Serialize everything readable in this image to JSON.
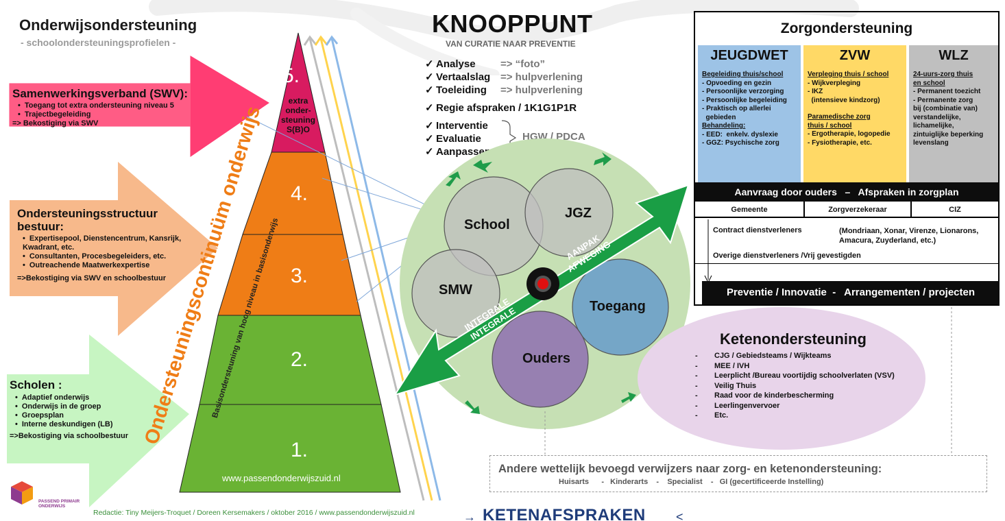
{
  "left": {
    "title": "Onderwijsondersteuning",
    "subtitle": "- schoolondersteuningsprofielen -",
    "swv": {
      "title": "Samenwerkingsverband (SWV):",
      "items": [
        "Toegang tot extra ondersteuning niveau 5",
        "Trajectbegeleiding"
      ],
      "funding": "=> Bekostiging via SWV"
    },
    "bestuur": {
      "title": "Ondersteuningsstructuur bestuur:",
      "items": [
        "Expertisepool, Dienstencentrum,  Kansrijk, Kwadrant, etc.",
        "Consultanten, Procesbegeleiders, etc.",
        "Outreachende Maatwerkexpertise"
      ],
      "funding": "=>Bekostiging via SWV en schoolbestuur"
    },
    "scholen": {
      "title": "Scholen :",
      "items": [
        "Adaptief onderwijs",
        "Onderwijs in de groep",
        "Groepsplan",
        "Interne deskundigen (LB)"
      ],
      "funding": "=>Bekostiging via schoolbestuur"
    },
    "logo_text": "PASSEND PRIMAIR ONDERWIJS",
    "credit": "Redactie: Tiny Meijers-Troquet / Doreen Kersemakers / oktober 2016 / www.passendonderwijszuid.nl"
  },
  "pyramid": {
    "levels": [
      {
        "num": "5.",
        "text": "extra onder- steuning S(B)O"
      },
      {
        "num": "4."
      },
      {
        "num": "3."
      },
      {
        "num": "2."
      },
      {
        "num": "1."
      }
    ],
    "continuum_label": "Ondersteuningscontinuüm onderwijs",
    "basis_label": "Basisondersteuning van hoog niveau in basisonderwijs",
    "url": "www.passendonderwijszuid.nl",
    "colors": {
      "level5": "#d81b60",
      "orange": "#ef7d16",
      "green": "#6ab334"
    }
  },
  "knooppunt": {
    "title": "KNOOPPUNT",
    "subtitle": "VAN CURATIE NAAR PREVENTIE",
    "lines": [
      {
        "label": "Analyse",
        "arrow": "=> “foto”"
      },
      {
        "label": "Vertaalslag",
        "arrow": "=> hulpverlening"
      },
      {
        "label": "Toeleiding",
        "arrow": "=> hulpverlening"
      }
    ],
    "regie": "Regie afspraken / 1K1G1P1R",
    "cycle": [
      "Interventie",
      "Evaluatie",
      "Aanpassen"
    ],
    "cycle_label": "HGW / PDCA",
    "circles": [
      "School",
      "JGZ",
      "SMW",
      "Toegang",
      "Ouders"
    ],
    "arrow_words": [
      "INTEGRALE",
      "INTEGRALE",
      "AANPAK",
      "AFWEGING"
    ]
  },
  "zorg": {
    "title": "Zorgondersteuning",
    "jeugdwet": {
      "head": "JEUGDWET",
      "sub1": "Begeleiding thuis/school",
      "items1": [
        "- Opvoeding en gezin",
        "- Persoonlijke verzorging",
        "- Persoonlijke begeleiding",
        "- Praktisch op allerlei",
        "  gebieden"
      ],
      "sub2": "Behandeling:",
      "items2": [
        "- EED:  enkelv. dyslexie",
        "- GGZ: Psychische zorg"
      ]
    },
    "zvw": {
      "head": "ZVW",
      "sub1": "Verpleging thuis / school",
      "items1": [
        "- Wijkverpleging",
        "- IKZ",
        "  (intensieve kindzorg)"
      ],
      "sub2": "Paramedische zorg thuis / school",
      "items2": [
        "- Ergotherapie, logopedie",
        "- Fysiotherapie, etc."
      ]
    },
    "wlz": {
      "head": "WLZ",
      "sub1": "24-uurs-zorg thuis en school",
      "items1": [
        "- Permanent toezicht",
        "- Permanente zorg",
        "bij  (combinatie van)",
        "verstandelijke,",
        "lichamelijke,",
        "zintuiglijke beperking",
        "levenslang"
      ]
    },
    "aanvraag": "Aanvraag door ouders   –   Afspraken in zorgplan",
    "parties": [
      "Gemeente",
      "Zorgverzekeraar",
      "CIZ"
    ],
    "contract": "Contract dienstverleners",
    "contract_names": "(Mondriaan, Xonar, Virenze, Lionarons, Amacura, Zuyderland, etc.)",
    "overige": "Overige dienstverleners /Vrij gevestigden",
    "preventie": "Preventie / Innovatie  -   Arrangementen / projecten",
    "colors": {
      "jeugdwet": "#9dc3e6",
      "zvw": "#ffd966",
      "wlz": "#bfbfbf"
    }
  },
  "keten": {
    "title": "Ketenondersteuning",
    "items": [
      "CJG /  Gebiedsteams /  Wijkteams",
      "MEE / IVH",
      "Leerplicht /Bureau voortijdig schoolverlaten (VSV)",
      "Veilig Thuis",
      "Raad voor de kinderbescherming",
      "Leerlingenvervoer",
      "Etc."
    ]
  },
  "andere": {
    "title": "Andere wettelijk bevoegd verwijzers naar zorg- en ketenondersteuning:",
    "items": "Huisarts      -   Kinderarts    -    Specialist    -   GI (gecertificeerde Instelling)"
  },
  "bottom": {
    "ketenafspraken": "KETENAFSPRAKEN"
  }
}
